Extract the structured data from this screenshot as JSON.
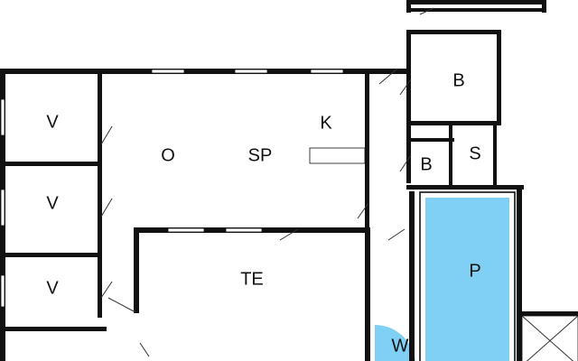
{
  "rooms": {
    "bedroom_1": "V",
    "bedroom_2": "V",
    "bedroom_3": "V",
    "living": "O",
    "dining": "SP",
    "kitchen": "K",
    "bathroom_1": "B",
    "bathroom_2": "B",
    "sauna": "S",
    "terrace": "TE",
    "pool": "P",
    "whirlpool": "W"
  },
  "colors": {
    "wall": "#111111",
    "pool": "#7fd0f4",
    "whirlpool": "#7fd0f4",
    "background": "#ffffff"
  }
}
